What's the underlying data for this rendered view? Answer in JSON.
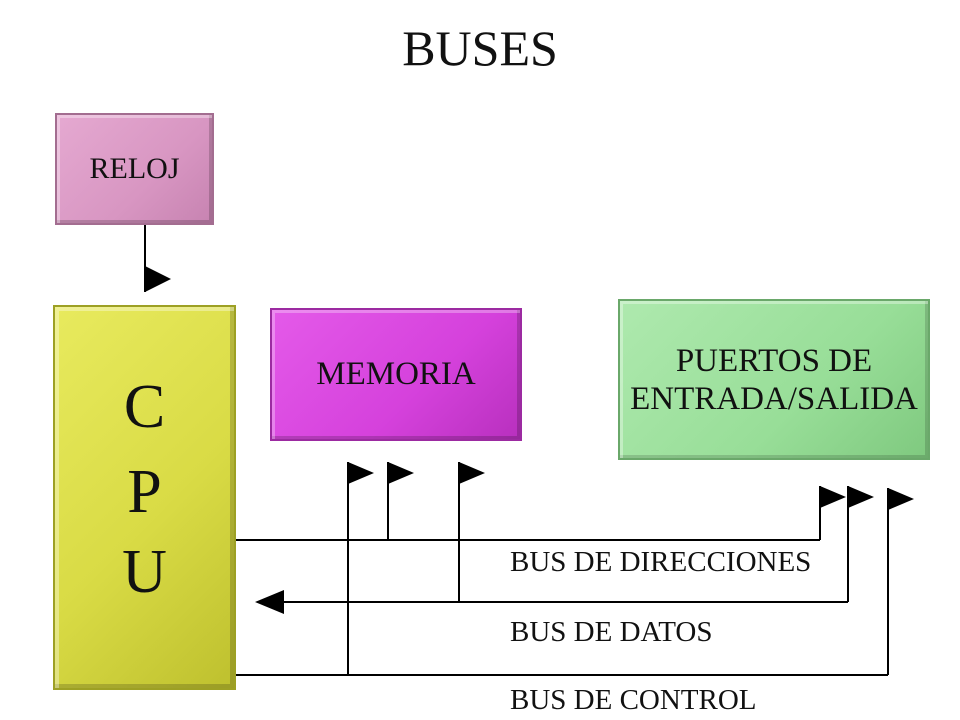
{
  "title": "BUSES",
  "blocks": {
    "reloj": "RELOJ",
    "cpu_letters": [
      "C",
      "P",
      "U"
    ],
    "memoria": "MEMORIA",
    "puertos_line1": "PUERTOS DE",
    "puertos_line2": "ENTRADA/SALIDA"
  },
  "buses": {
    "direcciones": "BUS DE DIRECCIONES",
    "datos": "BUS DE DATOS",
    "control": "BUS DE CONTROL"
  }
}
